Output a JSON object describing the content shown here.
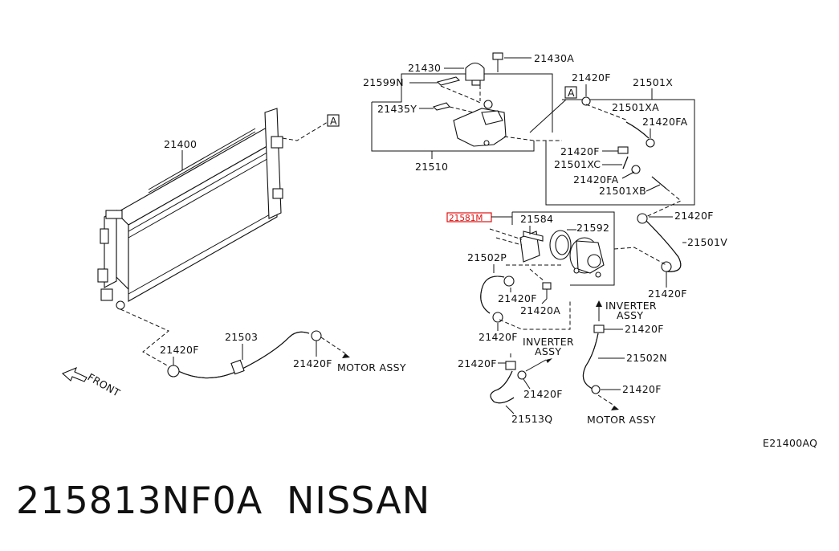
{
  "labels": {
    "p21400": "21400",
    "p21430": "21430",
    "p21430A": "21430A",
    "p21599N": "21599N",
    "p21435Y": "21435Y",
    "p21510": "21510",
    "p21420F_top": "21420F",
    "p21501X": "21501X",
    "p21501XA": "21501XA",
    "p21420FA_1": "21420FA",
    "p21420F_2": "21420F",
    "p21501XC": "21501XC",
    "p21420FA_2": "21420FA",
    "p21501XB": "21501XB",
    "p21420F_3": "21420F",
    "p21581M": "21581M",
    "p21584": "21584",
    "p21592": "21592",
    "p21501V": "21501V",
    "p21502P": "21502P",
    "p21420F_4": "21420F",
    "p21420A": "21420A",
    "p21420F_5": "21420F",
    "p21420F_6": "21420F",
    "p21420F_7": "21420F",
    "p21503": "21503",
    "p21420F_8": "21420F",
    "p21420F_9": "21420F",
    "p21420F_10": "21420F",
    "p21502N": "21502N",
    "p21420F_11": "21420F",
    "p21513Q": "21513Q",
    "p21420F_12": "21420F",
    "ref_A1": "A",
    "ref_A2": "A",
    "motor_assy_1": "MOTOR ASSY",
    "motor_assy_2": "MOTOR ASSY",
    "inverter_1a": "INVERTER",
    "inverter_1b": "ASSY",
    "inverter_2a": "INVERTER",
    "inverter_2b": "ASSY",
    "front": "FRONT",
    "diagram_code": "E21400AQ"
  },
  "footer": {
    "part_number": "215813NF0A",
    "brand": "NISSAN"
  },
  "highlight_color": "#e01010"
}
